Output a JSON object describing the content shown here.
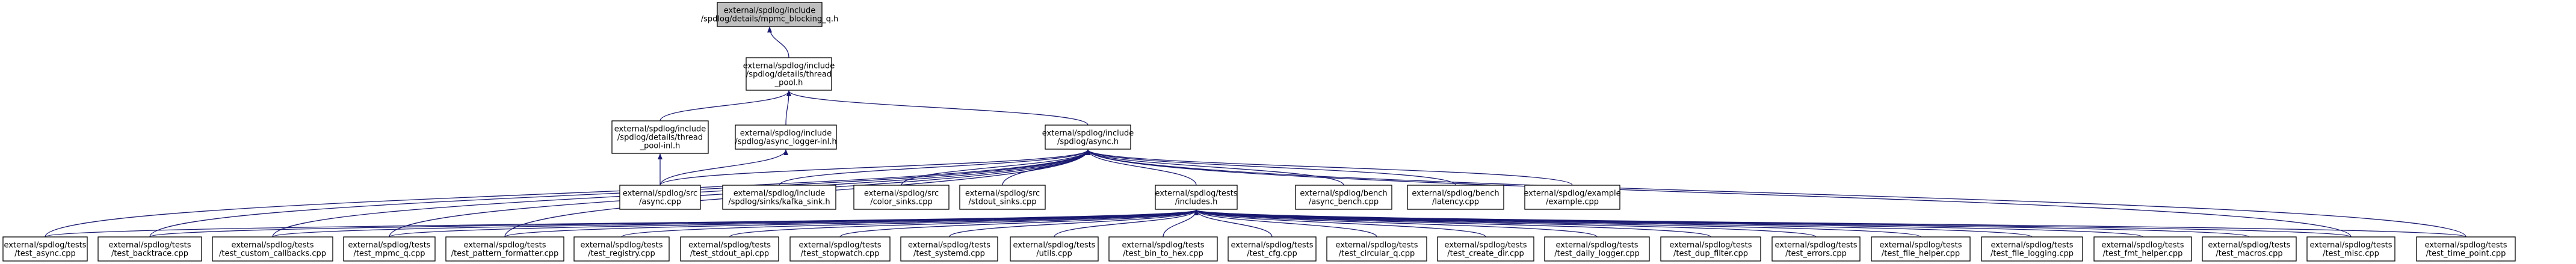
{
  "colors": {
    "edge": "#191970",
    "root_fill": "#bfbfbf",
    "node_fill": "#ffffff",
    "border": "#000000"
  },
  "nodes": [
    {
      "id": "mpmc",
      "label": [
        "external/spdlog/include",
        "/spdlog/details/mpmc_blocking_q.h"
      ],
      "root": true
    },
    {
      "id": "thread_pool_h",
      "label": [
        "external/spdlog/include",
        "/spdlog/details/thread",
        "_pool.h"
      ]
    },
    {
      "id": "thread_pool_inl",
      "label": [
        "external/spdlog/include",
        "/spdlog/details/thread",
        "_pool-inl.h"
      ]
    },
    {
      "id": "async_logger_inl",
      "label": [
        "external/spdlog/include",
        "/spdlog/async_logger-inl.h"
      ]
    },
    {
      "id": "async_h",
      "label": [
        "external/spdlog/include",
        "/spdlog/async.h"
      ]
    },
    {
      "id": "src_async",
      "label": [
        "external/spdlog/src",
        "/async.cpp"
      ]
    },
    {
      "id": "kafka_sink",
      "label": [
        "external/spdlog/include",
        "/spdlog/sinks/kafka_sink.h"
      ]
    },
    {
      "id": "color_sinks",
      "label": [
        "external/spdlog/src",
        "/color_sinks.cpp"
      ]
    },
    {
      "id": "stdout_sinks",
      "label": [
        "external/spdlog/src",
        "/stdout_sinks.cpp"
      ]
    },
    {
      "id": "includes_h",
      "label": [
        "external/spdlog/tests",
        "/includes.h"
      ]
    },
    {
      "id": "async_bench",
      "label": [
        "external/spdlog/bench",
        "/async_bench.cpp"
      ]
    },
    {
      "id": "latency",
      "label": [
        "external/spdlog/bench",
        "/latency.cpp"
      ]
    },
    {
      "id": "example",
      "label": [
        "external/spdlog/example",
        "/example.cpp"
      ]
    },
    {
      "id": "t_async",
      "label": [
        "external/spdlog/tests",
        "/test_async.cpp"
      ]
    },
    {
      "id": "t_backtrace",
      "label": [
        "external/spdlog/tests",
        "/test_backtrace.cpp"
      ]
    },
    {
      "id": "t_custom_callbacks",
      "label": [
        "external/spdlog/tests",
        "/test_custom_callbacks.cpp"
      ]
    },
    {
      "id": "t_mpmc_q",
      "label": [
        "external/spdlog/tests",
        "/test_mpmc_q.cpp"
      ]
    },
    {
      "id": "t_pattern_formatter",
      "label": [
        "external/spdlog/tests",
        "/test_pattern_formatter.cpp"
      ]
    },
    {
      "id": "t_registry",
      "label": [
        "external/spdlog/tests",
        "/test_registry.cpp"
      ]
    },
    {
      "id": "t_stdout_api",
      "label": [
        "external/spdlog/tests",
        "/test_stdout_api.cpp"
      ]
    },
    {
      "id": "t_stopwatch",
      "label": [
        "external/spdlog/tests",
        "/test_stopwatch.cpp"
      ]
    },
    {
      "id": "t_systemd",
      "label": [
        "external/spdlog/tests",
        "/test_systemd.cpp"
      ]
    },
    {
      "id": "t_utils",
      "label": [
        "external/spdlog/tests",
        "/utils.cpp"
      ]
    },
    {
      "id": "t_bin_to_hex",
      "label": [
        "external/spdlog/tests",
        "/test_bin_to_hex.cpp"
      ]
    },
    {
      "id": "t_cfg",
      "label": [
        "external/spdlog/tests",
        "/test_cfg.cpp"
      ]
    },
    {
      "id": "t_circular_q",
      "label": [
        "external/spdlog/tests",
        "/test_circular_q.cpp"
      ]
    },
    {
      "id": "t_create_dir",
      "label": [
        "external/spdlog/tests",
        "/test_create_dir.cpp"
      ]
    },
    {
      "id": "t_daily_logger",
      "label": [
        "external/spdlog/tests",
        "/test_daily_logger.cpp"
      ]
    },
    {
      "id": "t_dup_filter",
      "label": [
        "external/spdlog/tests",
        "/test_dup_filter.cpp"
      ]
    },
    {
      "id": "t_errors",
      "label": [
        "external/spdlog/tests",
        "/test_errors.cpp"
      ]
    },
    {
      "id": "t_file_helper",
      "label": [
        "external/spdlog/tests",
        "/test_file_helper.cpp"
      ]
    },
    {
      "id": "t_file_logging",
      "label": [
        "external/spdlog/tests",
        "/test_file_logging.cpp"
      ]
    },
    {
      "id": "t_fmt_helper",
      "label": [
        "external/spdlog/tests",
        "/test_fmt_helper.cpp"
      ]
    },
    {
      "id": "t_macros",
      "label": [
        "external/spdlog/tests",
        "/test_macros.cpp"
      ]
    },
    {
      "id": "t_misc",
      "label": [
        "external/spdlog/tests",
        "/test_misc.cpp"
      ]
    },
    {
      "id": "t_time_point",
      "label": [
        "external/spdlog/tests",
        "/test_time_point.cpp"
      ]
    }
  ],
  "edges": [
    [
      "thread_pool_h",
      "mpmc"
    ],
    [
      "thread_pool_inl",
      "thread_pool_h"
    ],
    [
      "async_logger_inl",
      "thread_pool_h"
    ],
    [
      "async_h",
      "thread_pool_h"
    ],
    [
      "src_async",
      "thread_pool_inl"
    ],
    [
      "src_async",
      "async_logger_inl"
    ],
    [
      "src_async",
      "async_h"
    ],
    [
      "kafka_sink",
      "async_h"
    ],
    [
      "color_sinks",
      "async_h"
    ],
    [
      "stdout_sinks",
      "async_h"
    ],
    [
      "includes_h",
      "async_h"
    ],
    [
      "async_bench",
      "async_h"
    ],
    [
      "latency",
      "async_h"
    ],
    [
      "example",
      "async_h"
    ],
    [
      "t_async",
      "async_h"
    ],
    [
      "t_backtrace",
      "async_h"
    ],
    [
      "t_custom_callbacks",
      "async_h"
    ],
    [
      "t_mpmc_q",
      "async_h"
    ],
    [
      "t_pattern_formatter",
      "async_h"
    ],
    [
      "t_misc",
      "async_h"
    ],
    [
      "t_time_point",
      "async_h"
    ],
    [
      "t_async",
      "includes_h"
    ],
    [
      "t_backtrace",
      "includes_h"
    ],
    [
      "t_custom_callbacks",
      "includes_h"
    ],
    [
      "t_mpmc_q",
      "includes_h"
    ],
    [
      "t_pattern_formatter",
      "includes_h"
    ],
    [
      "t_registry",
      "includes_h"
    ],
    [
      "t_stdout_api",
      "includes_h"
    ],
    [
      "t_stopwatch",
      "includes_h"
    ],
    [
      "t_systemd",
      "includes_h"
    ],
    [
      "t_utils",
      "includes_h"
    ],
    [
      "t_bin_to_hex",
      "includes_h"
    ],
    [
      "t_cfg",
      "includes_h"
    ],
    [
      "t_circular_q",
      "includes_h"
    ],
    [
      "t_create_dir",
      "includes_h"
    ],
    [
      "t_daily_logger",
      "includes_h"
    ],
    [
      "t_dup_filter",
      "includes_h"
    ],
    [
      "t_errors",
      "includes_h"
    ],
    [
      "t_file_helper",
      "includes_h"
    ],
    [
      "t_file_logging",
      "includes_h"
    ],
    [
      "t_fmt_helper",
      "includes_h"
    ],
    [
      "t_macros",
      "includes_h"
    ],
    [
      "t_misc",
      "includes_h"
    ],
    [
      "t_time_point",
      "includes_h"
    ]
  ]
}
